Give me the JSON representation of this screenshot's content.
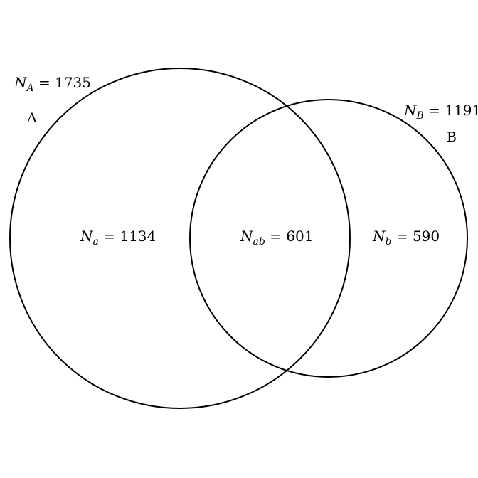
{
  "sets": {
    "A": {
      "name": "A",
      "total_symbol": "N",
      "total_subscript": "A",
      "total_value": "1735",
      "only_symbol": "N",
      "only_subscript": "a",
      "only_value": "1134"
    },
    "B": {
      "name": "B",
      "total_symbol": "N",
      "total_subscript": "B",
      "total_value": "1191",
      "only_symbol": "N",
      "only_subscript": "b",
      "only_value": "590"
    }
  },
  "intersection": {
    "symbol": "N",
    "subscript": "ab",
    "value": "601"
  },
  "equals": "="
}
